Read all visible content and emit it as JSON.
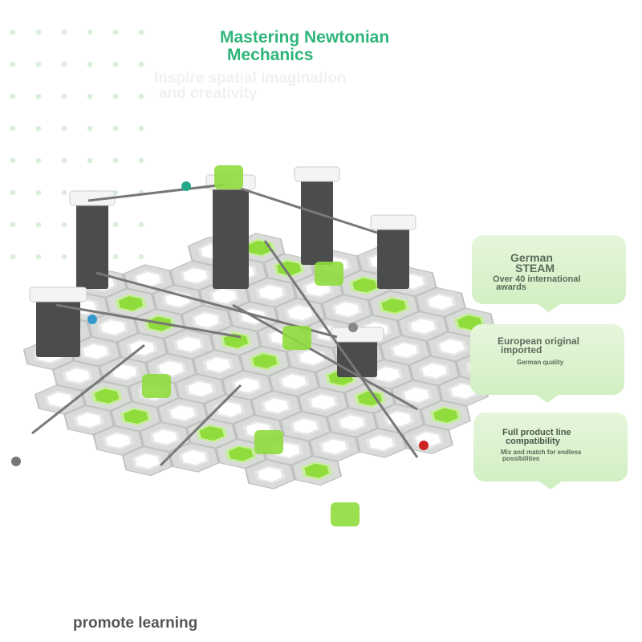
{
  "header": {
    "title_line1": "Mastering Newtonian",
    "title_line2": "Mechanics",
    "subtitle_line1": "Inspire spatial imagination",
    "subtitle_line2": "and creativity"
  },
  "features": [
    {
      "heading_line1": "German",
      "heading_line2": "STEAM",
      "detail_line1": "Over 40 international",
      "detail_line2": "awards"
    },
    {
      "heading_line1": "European original",
      "heading_line2": "imported",
      "detail_line1": "German quality"
    },
    {
      "heading_line1": "Full product line",
      "heading_line2": "compatibility",
      "detail_line1": "Mix and match for endless",
      "detail_line2": "possibilities"
    }
  ],
  "footer": {
    "caption": "promote learning"
  },
  "colors": {
    "title": "#2fb57a",
    "accent_green": "#8fdc3c",
    "card": "#d8f1cb",
    "tower": "#4a4d4b"
  }
}
